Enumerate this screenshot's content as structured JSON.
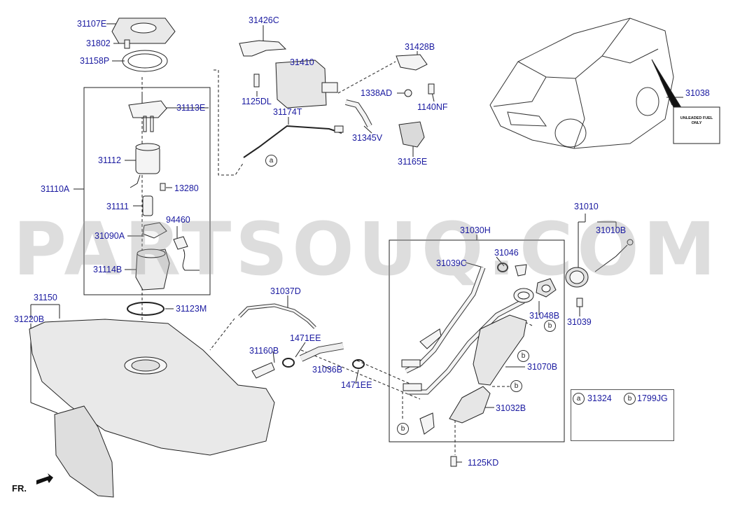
{
  "watermark": "PARTSOUQ.COM",
  "direction_label": "FR.",
  "circle_marks": {
    "a": "a",
    "b": "b"
  },
  "legend": {
    "a_part": "31324",
    "b_part": "1799JG"
  },
  "fuel_label": {
    "line1": "UNLEADED FUEL ONLY"
  },
  "parts": {
    "p31107E": "31107E",
    "p31802": "31802",
    "p31158P": "31158P",
    "p31113E": "31113E",
    "p31112": "31112",
    "p13280": "13280",
    "p31110A": "31110A",
    "p31111": "31111",
    "p94460": "94460",
    "p31090A": "31090A",
    "p31114B": "31114B",
    "p31426C": "31426C",
    "p31410": "31410",
    "p1125DL": "1125DL",
    "p31174T": "31174T",
    "p31428B": "31428B",
    "p1338AD": "1338AD",
    "p1140NF": "1140NF",
    "p31345V": "31345V",
    "p31165E": "31165E",
    "p31038": "31038",
    "p31010": "31010",
    "p31010B": "31010B",
    "p31030H": "31030H",
    "p31046": "31046",
    "p31039C": "31039C",
    "p31048B": "31048B",
    "p31039": "31039",
    "p31070B": "31070B",
    "p31032B": "31032B",
    "p1125KD": "1125KD",
    "p31150": "31150",
    "p31220B": "31220B",
    "p31123M": "31123M",
    "p31037D": "31037D",
    "p1471EE_a": "1471EE",
    "p31160B": "31160B",
    "p31036B": "31036B",
    "p1471EE_b": "1471EE"
  }
}
